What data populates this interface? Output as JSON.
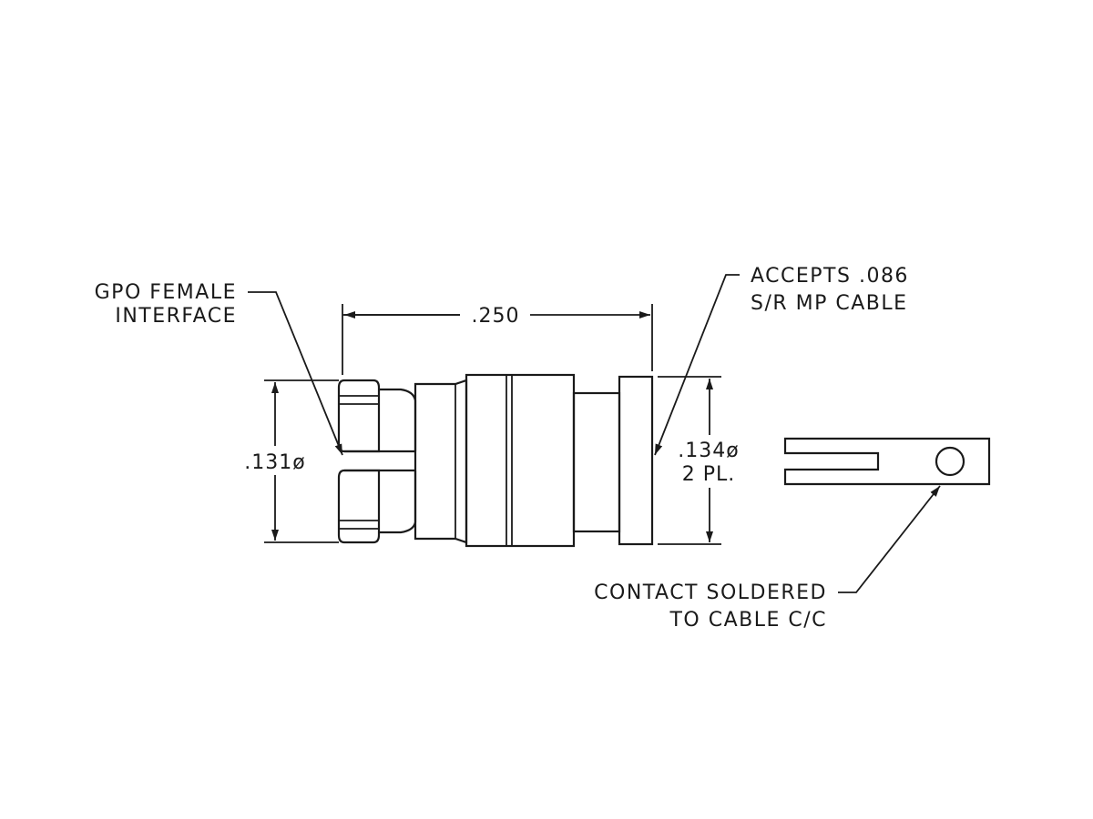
{
  "labels": {
    "interface": [
      "GPO FEMALE",
      "INTERFACE"
    ],
    "cable": [
      "ACCEPTS .086",
      "S/R MP CABLE"
    ],
    "contact": [
      "CONTACT SOLDERED",
      "TO CABLE C/C"
    ]
  },
  "dimensions": {
    "length": ".250",
    "left_diameter": ".131ø",
    "right_diameter": [
      ".134ø",
      "2 PL."
    ]
  },
  "colors": {
    "line": "#1a1a1a",
    "background": "#ffffff"
  }
}
